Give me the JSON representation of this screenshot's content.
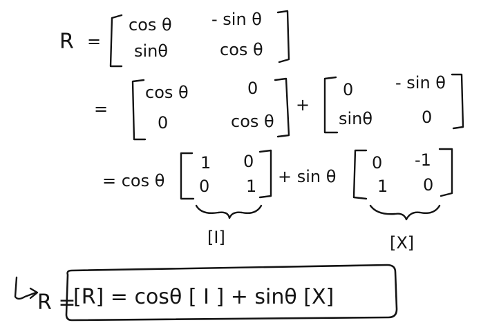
{
  "line1": {
    "lhs": "R",
    "eq": "=",
    "matrix": {
      "a11": "cos θ",
      "a12": "- sin θ",
      "a21": "sinθ",
      "a22": "cos θ"
    }
  },
  "line2": {
    "eq": "=",
    "matrix1": {
      "a11": "cos θ",
      "a12": "0",
      "a21": "0",
      "a22": "cos θ"
    },
    "plus": "+",
    "matrix2": {
      "a11": "0",
      "a12": "- sin θ",
      "a21": "sinθ",
      "a22": "0"
    }
  },
  "line3": {
    "eq_coeff": "= cos θ",
    "matrix1": {
      "a11": "1",
      "a12": "0",
      "a21": "0",
      "a22": "1"
    },
    "plus_coeff": "+ sin θ",
    "matrix2": {
      "a11": "0",
      "a12": "-1",
      "a21": "1",
      "a22": "0"
    }
  },
  "labels": {
    "identity": "[I]",
    "x": "[X]"
  },
  "result": {
    "prefix": "R =",
    "boxed": "[R] =  cosθ [ I ]  +  sinθ [X]"
  }
}
